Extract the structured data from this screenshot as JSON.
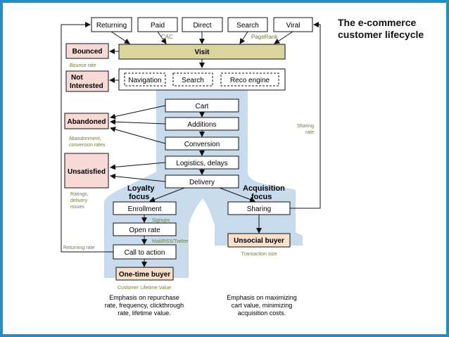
{
  "title": {
    "line1": "The e-commerce",
    "line2": "customer lifecycle"
  },
  "sources": [
    "Returning",
    "Paid",
    "Direct",
    "Search",
    "Viral"
  ],
  "source_notes": {
    "cac": "CAC",
    "pagerank": "PageRank"
  },
  "visit": "Visit",
  "bounced": {
    "label": "Bounced",
    "note": "Bounce rate"
  },
  "not_interested": {
    "line1": "Not",
    "line2": "Interested"
  },
  "browse": [
    "Navigation",
    "Search",
    "Reco engine"
  ],
  "funnel": [
    "Cart",
    "Additions",
    "Conversion",
    "Logistics, delays",
    "Delivery"
  ],
  "abandoned": {
    "label": "Abandoned",
    "note1": "Abandonment,",
    "note2": "conversion rates"
  },
  "unsatisfied": {
    "label": "Unsatisfied",
    "note1": "Ratings,",
    "note2": "delivery",
    "note3": "issues"
  },
  "sharing_rate": {
    "line1": "Sharing",
    "line2": "rate"
  },
  "loyalty": {
    "heading1": "Loyalty",
    "heading2": "focus",
    "steps": [
      "Enrollment",
      "Open rate",
      "Call to action"
    ],
    "notes": [
      "Signups",
      "Mail/RSS/Twitter"
    ],
    "returning_rate": "Returning rate",
    "outcome": "One-time buyer",
    "outcome_note": "Customer Lifetime Value",
    "emphasis": [
      "Emphasis on repurchase",
      "rate, frequency, clickthrough",
      "rate, lifetime value."
    ]
  },
  "acquisition": {
    "heading1": "Acquisition",
    "heading2": "focus",
    "step": "Sharing",
    "outcome": "Unsocial buyer",
    "outcome_note": "Transaction size",
    "emphasis": [
      "Emphasis on maximizing",
      "cart value, minimizing",
      "acquisition costs."
    ]
  },
  "colors": {
    "frame": "#1e90c8",
    "flow": "#c8dbed",
    "visit": "#d9d59c",
    "loss": "#f7d9d6",
    "outcome": "#fbe0c9",
    "note": "#6f7f3a"
  }
}
